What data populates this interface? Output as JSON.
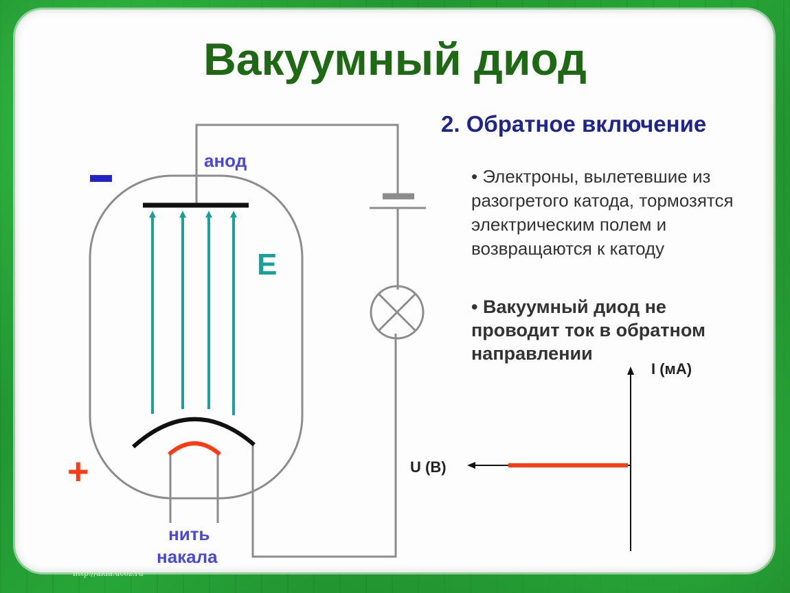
{
  "slide": {
    "title": "Вакуумный диод",
    "subtitle": "2. Обратное включение",
    "bullet1": "• Электроны, вылетевшие из разогретого катода, тормозятся электрическим полем и возвращаются к катоду",
    "bullet2": "•  Вакуумный диод не проводит ток в обратном направлении",
    "watermark": "http://aida.ucoz.ru"
  },
  "diagram": {
    "anode_label": "анод",
    "field_label": "E",
    "minus_sign": "–",
    "plus_sign": "+",
    "filament_label_line1": "нить",
    "filament_label_line2": "накала"
  },
  "graph": {
    "y_axis_label": "I (мА)",
    "x_axis_label": "U (В)"
  },
  "colors": {
    "title": "#1e6a14",
    "subtitle": "#1f2590",
    "label_blue": "#4848e0",
    "field_arrows": "#19a09a",
    "filament": "#ff3b14",
    "minus": "#2323c8",
    "plus": "#ff3b14"
  }
}
